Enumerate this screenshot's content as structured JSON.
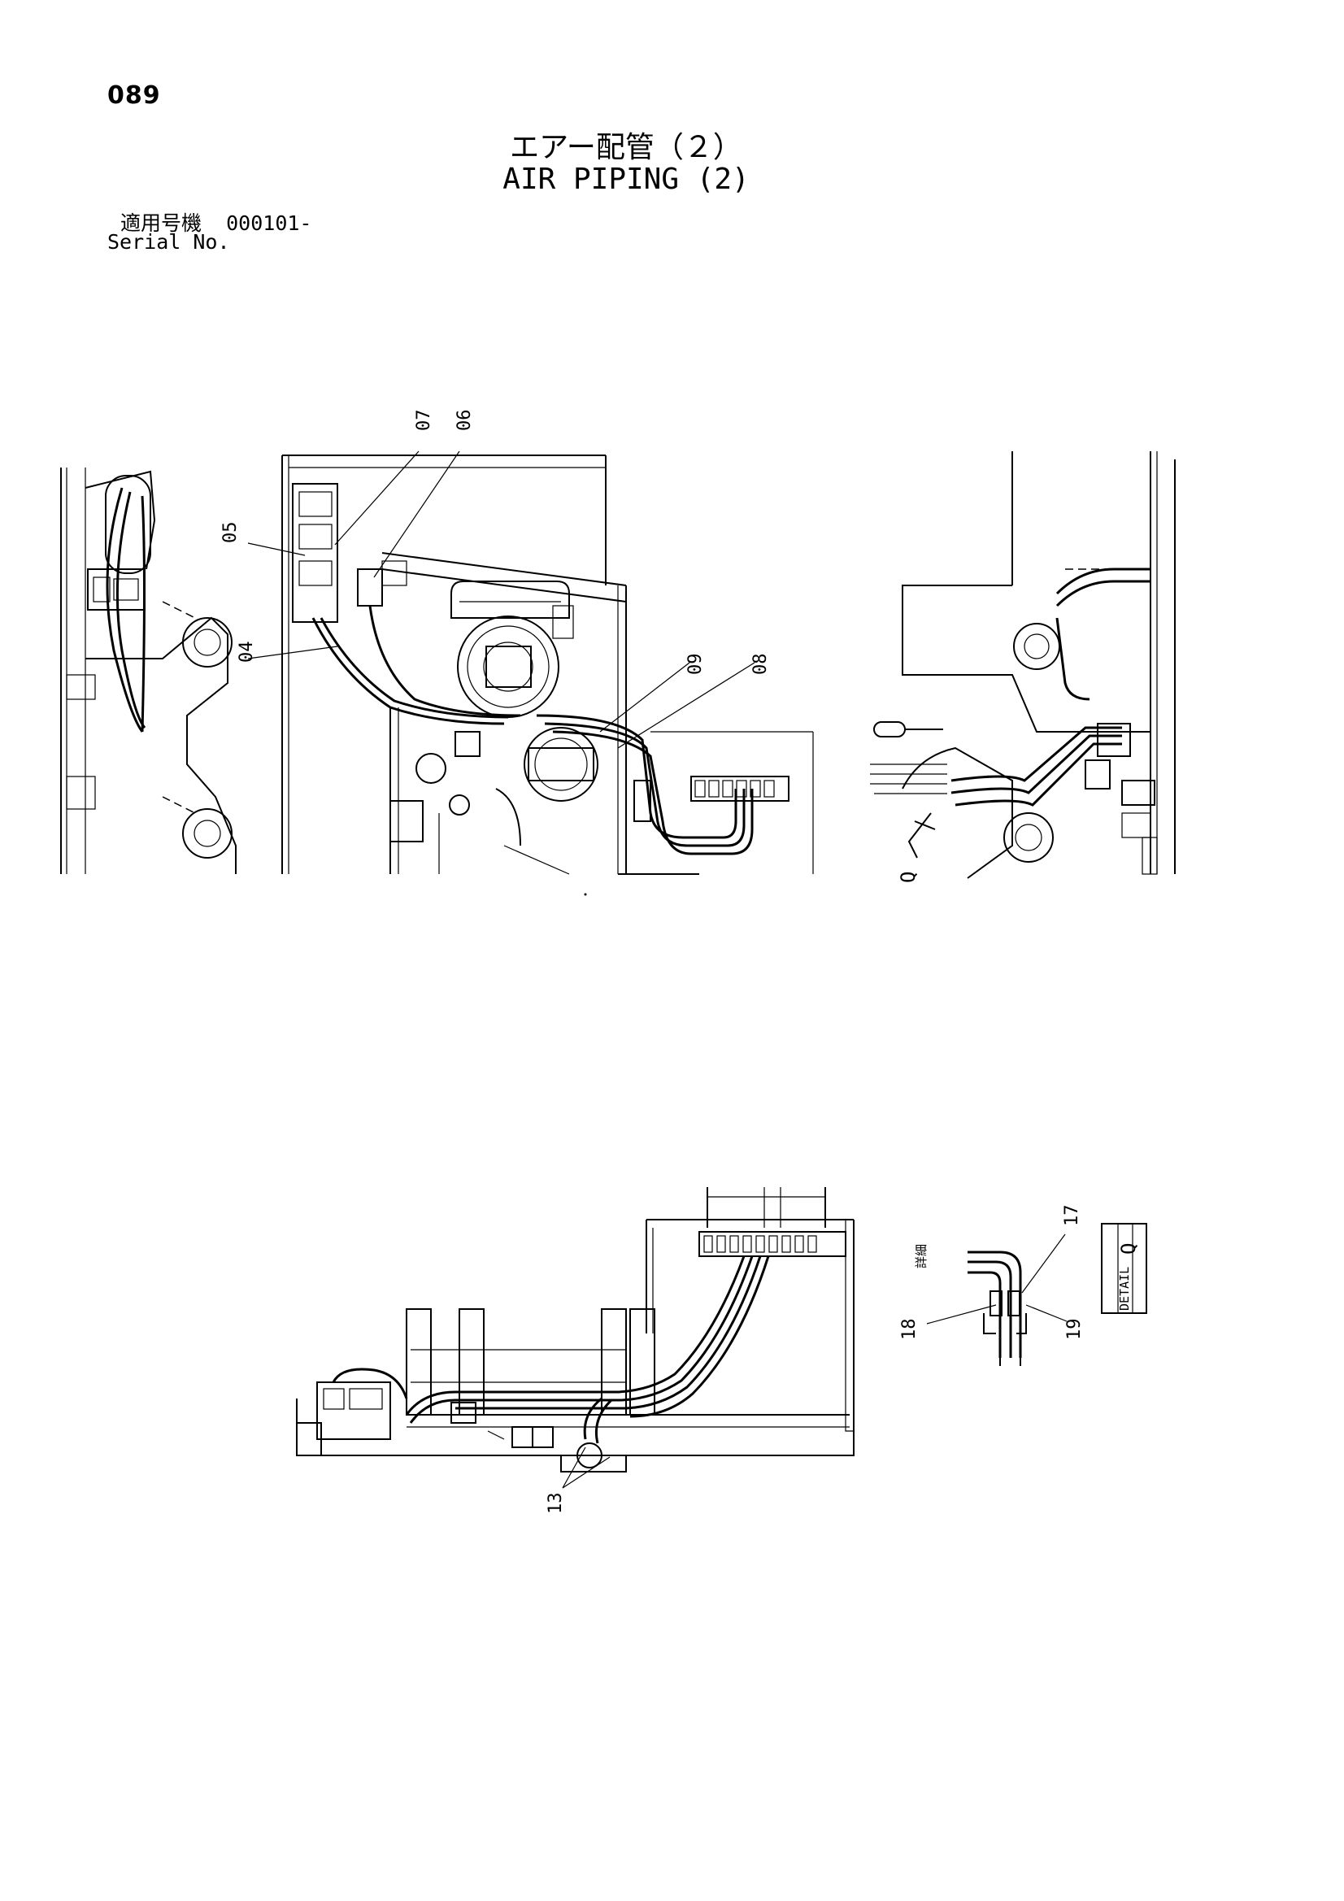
{
  "page": {
    "number": "089",
    "title_jp": "エアー配管（２）",
    "title_en": "AIR PIPING (2)",
    "serial_label_jp": "適用号機",
    "serial_value": "000101-",
    "serial_label_en": "Serial No."
  },
  "callouts": {
    "c04": "04",
    "c05": "05",
    "c06": "06",
    "c07": "07",
    "c08": "08",
    "c09": "09",
    "c13": "13",
    "c17": "17",
    "c18": "18",
    "c19": "19"
  },
  "detail_box": {
    "label_jp": "詳細",
    "label_en": "DETAIL",
    "letter": "Q"
  },
  "view_markers": {
    "q": "Q"
  }
}
